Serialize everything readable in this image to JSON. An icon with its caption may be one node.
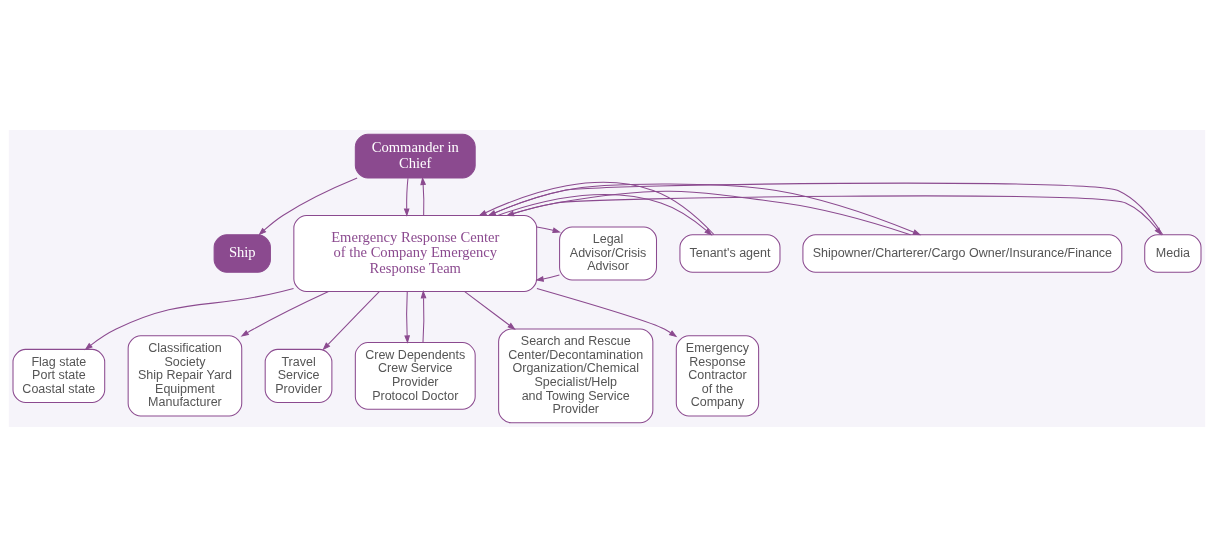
{
  "diagram": {
    "nodes": [
      {
        "text": [
          "Ship"
        ]
      },
      {
        "text": [
          "Commander in Chief"
        ]
      },
      {
        "text": [
          "Media"
        ]
      },
      {
        "text": [
          "Emergency Response Center of the Company Emergency Response Team"
        ]
      },
      {
        "text": [
          "Shipowner/Charterer/Cargo Owner/Insurance/Finance"
        ]
      },
      {
        "text": [
          "Tenant's agent"
        ]
      },
      {
        "text": [
          "Legal Advisor/Crisis Advisor"
        ]
      },
      {
        "text": [
          "Flag state",
          "Port state",
          "Coastal state"
        ]
      },
      {
        "text": [
          "Classification Society",
          "Ship Repair Yard",
          "Equipment Manufacturer"
        ]
      },
      {
        "text": [
          "Travel Service Provider"
        ]
      },
      {
        "text": [
          "Crew Dependents",
          "Crew Service Provider",
          "Protocol Doctor"
        ]
      },
      {
        "text": [
          "Search and Rescue Center/Decontamination Organization/Chemical Specialist/Help and Towing Service Provider"
        ]
      },
      {
        "text": [
          "Emergency Response Contractor of the Company"
        ]
      }
    ],
    "edges": [
      {
        "from": 1,
        "to": 0,
        "arrow": "to"
      },
      {
        "from": 1,
        "to": 3,
        "arrow": "to"
      },
      {
        "from": 3,
        "to": 1,
        "arrow": "to"
      },
      {
        "from": 3,
        "to": 2,
        "arrow": "to"
      },
      {
        "from": 2,
        "to": 3,
        "arrow": "to"
      },
      {
        "from": 4,
        "to": 3,
        "arrow": "to"
      },
      {
        "from": 3,
        "to": 4,
        "arrow": "to"
      },
      {
        "from": 3,
        "to": 5,
        "arrow": "to"
      },
      {
        "from": 5,
        "to": 3,
        "arrow": "to"
      },
      {
        "from": 6,
        "to": 3,
        "arrow": "to"
      },
      {
        "from": 3,
        "to": 6,
        "arrow": "to"
      },
      {
        "from": 3,
        "to": 7,
        "arrow": "to"
      },
      {
        "from": 3,
        "to": 8,
        "arrow": "to"
      },
      {
        "from": 3,
        "to": 9,
        "arrow": "to"
      },
      {
        "from": 3,
        "to": 10,
        "arrow": "to"
      },
      {
        "from": 10,
        "to": 3,
        "arrow": "to"
      },
      {
        "from": 3,
        "to": 11,
        "arrow": "to"
      },
      {
        "from": 3,
        "to": 12,
        "arrow": "to"
      }
    ]
  }
}
